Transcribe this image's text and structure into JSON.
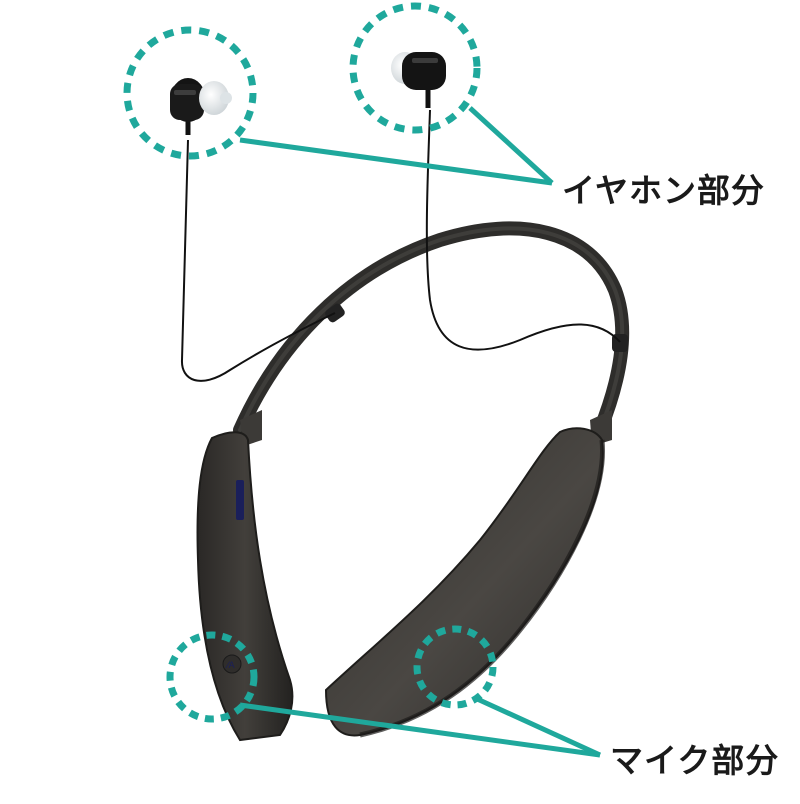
{
  "image": {
    "subject": "neckband wireless headset product illustration",
    "background": "#ffffff"
  },
  "callouts": {
    "earphone": {
      "label": "イヤホン部分",
      "targets": 2
    },
    "mic": {
      "label": "マイク部分",
      "targets": 2
    }
  },
  "colors": {
    "callout_accent": "#1fa89c",
    "band_body": "#3a3835",
    "band_shadow": "#1e1d1b",
    "cable": "#111111",
    "earbud_black": "#141414",
    "eartip": "#e8ecee",
    "button_accent": "#1a1f5a",
    "text": "#1a1a1a"
  }
}
